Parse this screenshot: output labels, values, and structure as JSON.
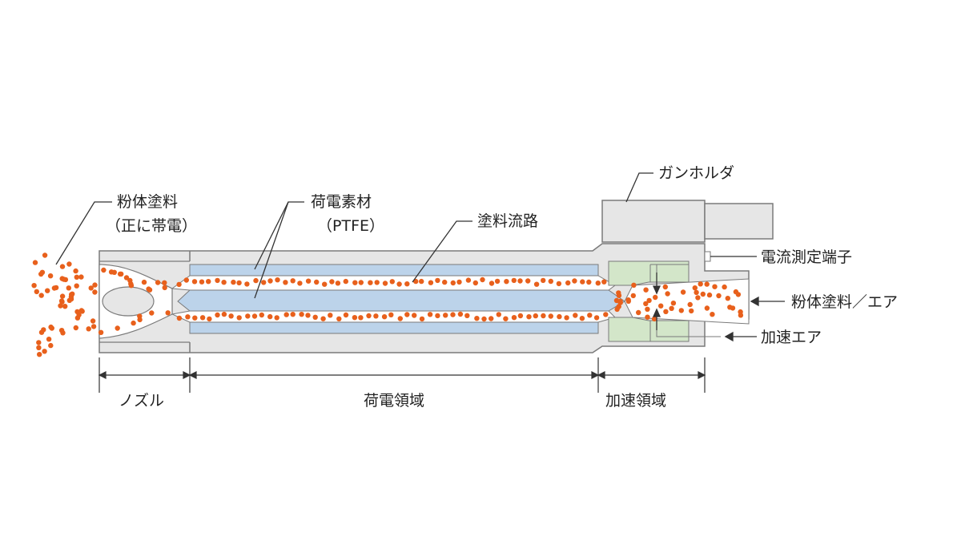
{
  "colors": {
    "body_fill": "#e6e6e6",
    "outline": "#7a7a7a",
    "charge_material": "#bcd3ea",
    "accel_part": "#d3e6c9",
    "particle": "#e8601c",
    "leader_line": "#333333"
  },
  "labels": {
    "powder_coating": "粉体塗料",
    "positive_charge": "（正に帯電）",
    "charge_material": "荷電素材",
    "ptfe": "（PTFE）",
    "coating_channel": "塗料流路",
    "gun_holder": "ガンホルダ",
    "current_terminal": "電流測定端子",
    "powder_air": "粉体塗料／エア",
    "accel_air": "加速エア"
  },
  "regions": {
    "nozzle": "ノズル",
    "charging": "荷電領域",
    "acceleration": "加速領域"
  }
}
